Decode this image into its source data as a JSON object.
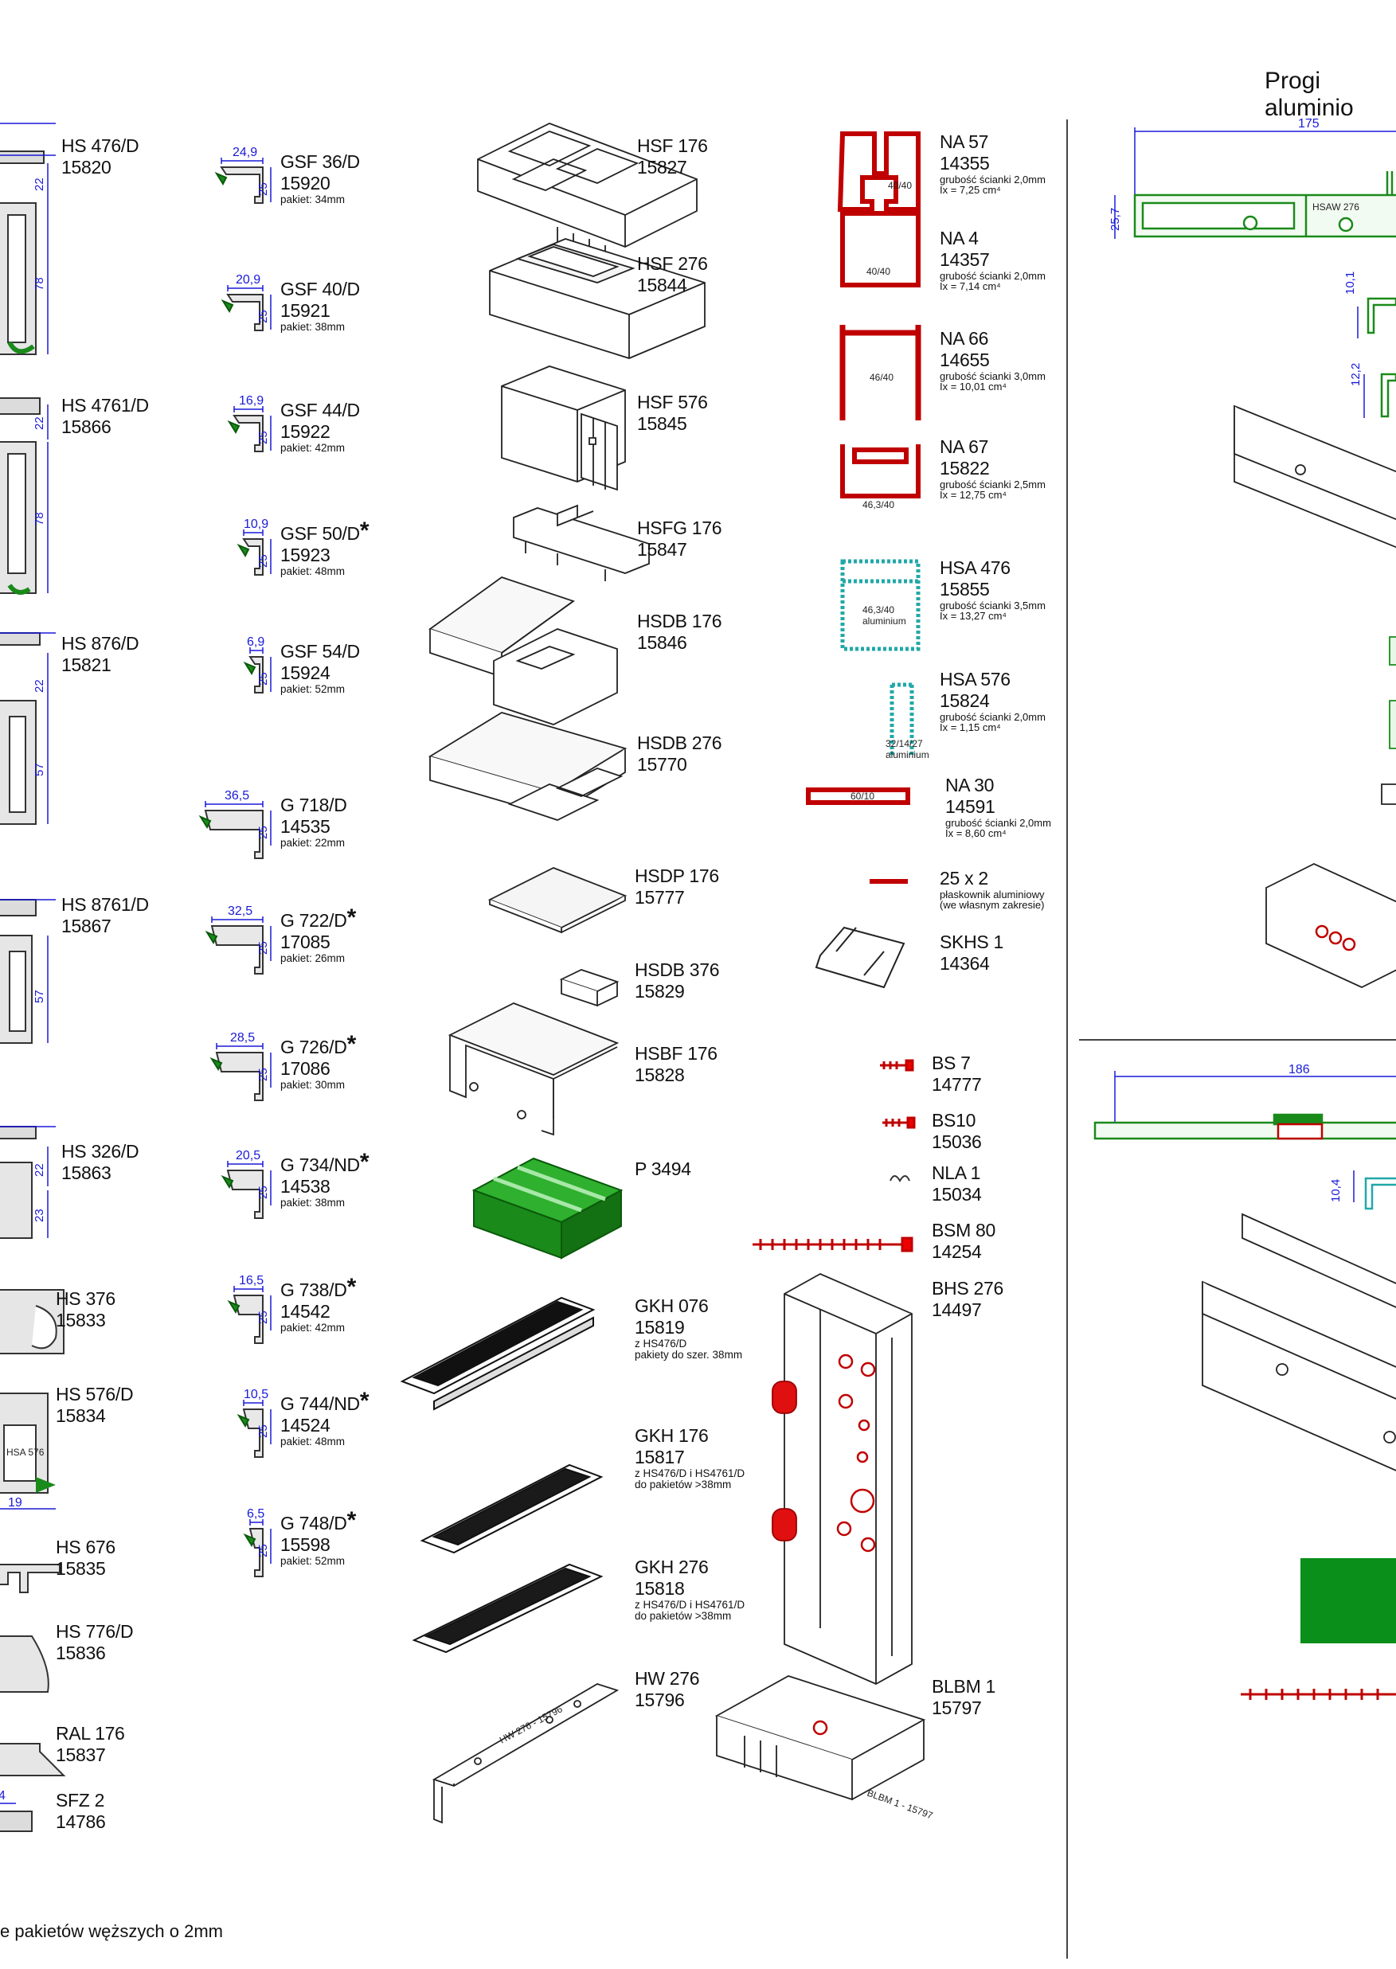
{
  "page": {
    "title": "Progi aluminio",
    "footnote": "e pakietów węższych o 2mm"
  },
  "col1": [
    {
      "name": "HS 476/D",
      "code": "15820"
    },
    {
      "name": "HS 4761/D",
      "code": "15866"
    },
    {
      "name": "HS 876/D",
      "code": "15821"
    },
    {
      "name": "HS 8761/D",
      "code": "15867"
    },
    {
      "name": "HS 326/D",
      "code": "15863"
    },
    {
      "name": "HS 376",
      "code": "15833"
    },
    {
      "name": "HS 576/D",
      "code": "15834"
    },
    {
      "name": "HS 676",
      "code": "15835"
    },
    {
      "name": "HS 776/D",
      "code": "15836"
    },
    {
      "name": "RAL 176",
      "code": "15837"
    },
    {
      "name": "SFZ 2",
      "code": "14786"
    }
  ],
  "col1_dims": [
    "22",
    "78",
    "22",
    "78",
    "22",
    "57",
    "57",
    "22",
    "23",
    "19",
    "HSA 576",
    "4"
  ],
  "col2": [
    {
      "name": "GSF 36/D",
      "code": "15920",
      "note": "pakiet: 34mm",
      "dim": "24,9",
      "star": ""
    },
    {
      "name": "GSF 40/D",
      "code": "15921",
      "note": "pakiet: 38mm",
      "dim": "20,9",
      "star": ""
    },
    {
      "name": "GSF 44/D",
      "code": "15922",
      "note": "pakiet: 42mm",
      "dim": "16,9",
      "star": ""
    },
    {
      "name": "GSF 50/D",
      "code": "15923",
      "note": "pakiet: 48mm",
      "dim": "10,9",
      "star": "*"
    },
    {
      "name": "GSF 54/D",
      "code": "15924",
      "note": "pakiet: 52mm",
      "dim": "6,9",
      "star": ""
    },
    {
      "name": "G 718/D",
      "code": "14535",
      "note": "pakiet: 22mm",
      "dim": "36,5",
      "star": ""
    },
    {
      "name": "G 722/D",
      "code": "17085",
      "note": "pakiet: 26mm",
      "dim": "32,5",
      "star": "*"
    },
    {
      "name": "G 726/D",
      "code": "17086",
      "note": "pakiet: 30mm",
      "dim": "28,5",
      "star": "*"
    },
    {
      "name": "G 734/ND",
      "code": "14538",
      "note": "pakiet: 38mm",
      "dim": "20,5",
      "star": "*"
    },
    {
      "name": "G 738/D",
      "code": "14542",
      "note": "pakiet: 42mm",
      "dim": "16,5",
      "star": "*"
    },
    {
      "name": "G 744/ND",
      "code": "14524",
      "note": "pakiet: 48mm",
      "dim": "10,5",
      "star": "*"
    },
    {
      "name": "G 748/D",
      "code": "15598",
      "note": "pakiet: 52mm",
      "dim": "6,5",
      "star": "*"
    }
  ],
  "col2_height": "25",
  "col3": [
    {
      "name": "HSF 176",
      "code": "15827",
      "note": ""
    },
    {
      "name": "HSF 276",
      "code": "15844",
      "note": ""
    },
    {
      "name": "HSF 576",
      "code": "15845",
      "note": ""
    },
    {
      "name": "HSFG 176",
      "code": "15847",
      "note": ""
    },
    {
      "name": "HSDB 176",
      "code": "15846",
      "note": ""
    },
    {
      "name": "HSDB 276",
      "code": "15770",
      "note": ""
    },
    {
      "name": "HSDP 176",
      "code": "15777",
      "note": ""
    },
    {
      "name": "HSDB 376",
      "code": "15829",
      "note": ""
    },
    {
      "name": "HSBF 176",
      "code": "15828",
      "note": ""
    },
    {
      "name": "P 3494",
      "code": "",
      "note": ""
    },
    {
      "name": "GKH 076",
      "code": "15819",
      "note": "z HS476/D\npakiety do szer. 38mm"
    },
    {
      "name": "GKH 176",
      "code": "15817",
      "note": "z HS476/D i HS4761/D\ndo pakietów >38mm"
    },
    {
      "name": "GKH 276",
      "code": "15818",
      "note": "z HS476/D i HS4761/D\ndo pakietów >38mm"
    },
    {
      "name": "HW 276",
      "code": "15796",
      "note": ""
    }
  ],
  "col4": [
    {
      "name": "NA 57",
      "code": "14355",
      "note": "grubość ścianki 2,0mm\nIx = 7,25 cm⁴",
      "label": "40/40"
    },
    {
      "name": "NA 4",
      "code": "14357",
      "note": "grubość ścianki 2,0mm\nIx = 7,14 cm⁴",
      "label": "40/40"
    },
    {
      "name": "NA 66",
      "code": "14655",
      "note": "grubość ścianki 3,0mm\nIx = 10,01 cm⁴",
      "label": "46/40"
    },
    {
      "name": "NA 67",
      "code": "15822",
      "note": "grubość ścianki 2,5mm\nIx = 12,75 cm⁴",
      "label": "46,3/40"
    },
    {
      "name": "HSA 476",
      "code": "15855",
      "note": "grubość ścianki 3,5mm\nIx = 13,27 cm⁴",
      "label": "46,3/40\naluminium"
    },
    {
      "name": "HSA 576",
      "code": "15824",
      "note": "grubość ścianki 2,0mm\nIx = 1,15 cm⁴",
      "label": "32/14/27\naluminium"
    },
    {
      "name": "NA 30",
      "code": "14591",
      "note": "grubość ścianki 2,0mm\nIx = 8,60 cm⁴",
      "label": "60/10"
    },
    {
      "name": "25 x 2",
      "code": "",
      "note": "płaskownik aluminiowy\n(we własnym zakresie)",
      "label": ""
    },
    {
      "name": "SKHS 1",
      "code": "14364",
      "note": "",
      "label": ""
    },
    {
      "name": "BS 7",
      "code": "14777",
      "note": "",
      "label": ""
    },
    {
      "name": "BS10",
      "code": "15036",
      "note": "",
      "label": ""
    },
    {
      "name": "NLA 1",
      "code": "15034",
      "note": "",
      "label": ""
    },
    {
      "name": "BSM 80",
      "code": "14254",
      "note": "",
      "label": ""
    },
    {
      "name": "BHS 276",
      "code": "14497",
      "note": "",
      "label": ""
    },
    {
      "name": "BLBM 1",
      "code": "15797",
      "note": "",
      "label": ""
    }
  ],
  "right": {
    "dim_175": "175",
    "dim_25_7": "25,7",
    "label_hsaw": "HSAW 276",
    "dim_10_1": "10,1",
    "dim_12_2": "12,2",
    "dim_186": "186",
    "dim_10_4": "10,4"
  },
  "part_labels": {
    "hw": "HW 276 - 15796",
    "blbm": "BLBM 1 - 15797"
  },
  "colors": {
    "dim": "#1a1ad8",
    "red": "#d40000",
    "green": "#1a8a1a",
    "teal": "#22a8a8"
  }
}
